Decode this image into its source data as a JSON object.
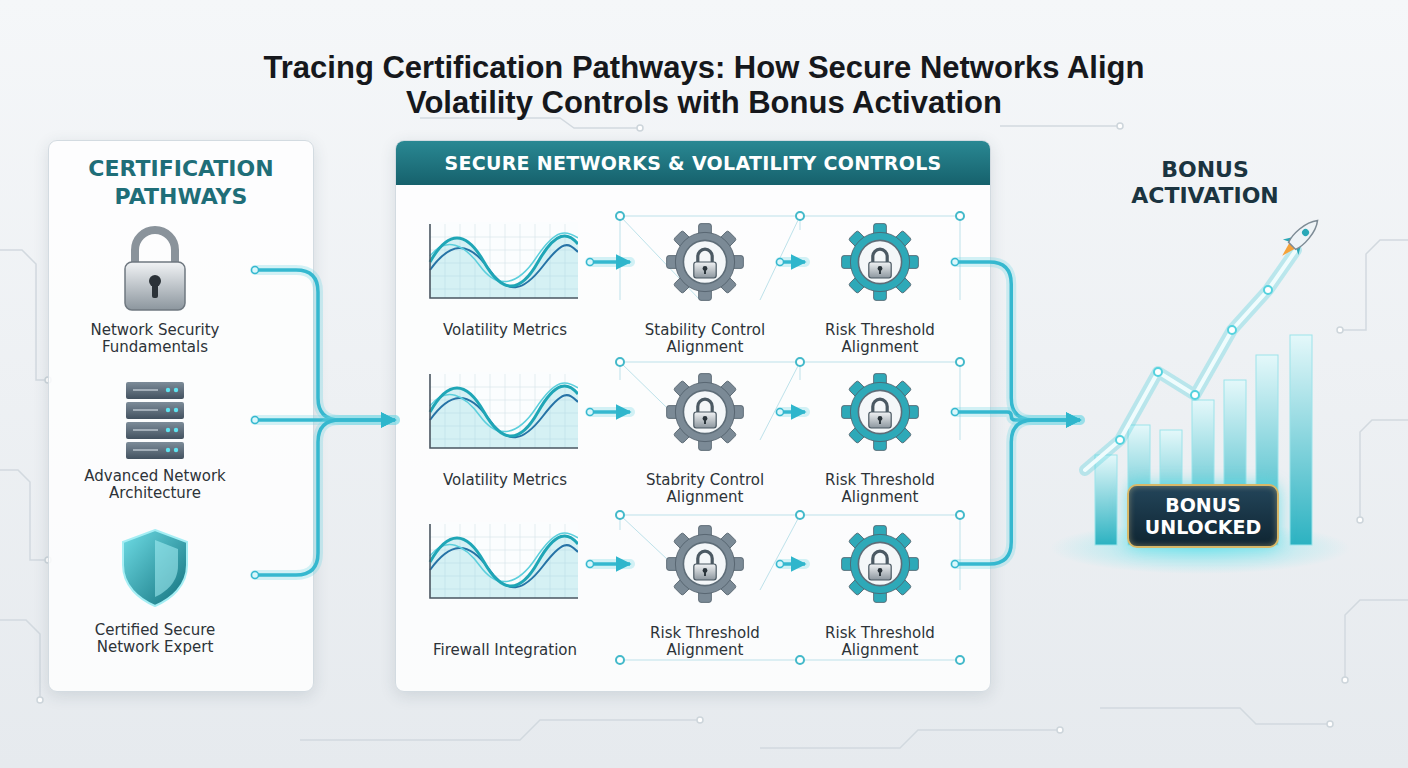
{
  "diagram": {
    "title": "Tracing Certification Pathways: How Secure Networks Align Volatility Controls with Bonus Activation",
    "nodes": [
      {
        "text": [
          "CERTIFICATION PATHWAYS"
        ]
      },
      {
        "text": [
          "Network Security Fundamentals"
        ],
        "in": 0
      },
      {
        "text": [
          "Advanced Network Architecture"
        ],
        "in": 0
      },
      {
        "text": [
          "Certified Secure Network Expert"
        ],
        "in": 0
      },
      {
        "text": [
          "SECURE NETWORKS & VOLATILITY CONTROLS"
        ]
      },
      {
        "text": [
          "Volatility Metrics"
        ],
        "in": 4
      },
      {
        "text": [
          "Stability Control Alignment"
        ],
        "in": 4
      },
      {
        "text": [
          "Risk Threshold Alignment"
        ],
        "in": 4
      },
      {
        "text": [
          "Volatility Metrics"
        ],
        "in": 4
      },
      {
        "text": [
          "Stabrity Control Alignment"
        ],
        "in": 4
      },
      {
        "text": [
          "Risk Threshold Alignment"
        ],
        "in": 4
      },
      {
        "text": [
          "Firewall Integration"
        ],
        "in": 4
      },
      {
        "text": [
          "Risk Threshold Alignment"
        ],
        "in": 4
      },
      {
        "text": [
          "Risk Threshold Alignment"
        ],
        "in": 4
      },
      {
        "text": [
          "BONUS ACTIVATION"
        ]
      },
      {
        "text": [
          "BONUS UNLOCKED"
        ],
        "in": 14
      }
    ],
    "edges": [
      {
        "from": 1,
        "to": 4,
        "arrow": "to"
      },
      {
        "from": 2,
        "to": 4,
        "arrow": "to"
      },
      {
        "from": 3,
        "to": 4,
        "arrow": "to"
      },
      {
        "from": 5,
        "to": 6,
        "arrow": "to"
      },
      {
        "from": 6,
        "to": 7,
        "arrow": "to"
      },
      {
        "from": 8,
        "to": 9,
        "arrow": "to"
      },
      {
        "from": 9,
        "to": 10,
        "arrow": "to"
      },
      {
        "from": 11,
        "to": 12,
        "arrow": "to"
      },
      {
        "from": 12,
        "to": 13,
        "arrow": "to"
      },
      {
        "from": 7,
        "to": 14,
        "arrow": "to"
      },
      {
        "from": 10,
        "to": 14,
        "arrow": "to"
      },
      {
        "from": 13,
        "to": 14,
        "arrow": "to"
      }
    ]
  }
}
